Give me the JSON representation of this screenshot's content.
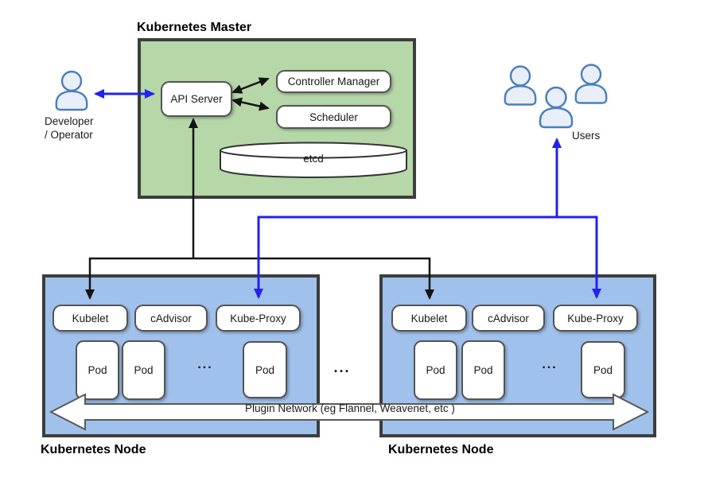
{
  "colors": {
    "master_fill": "#b6d7a8",
    "node_fill": "#a0c1eb",
    "box_border": "#3d3d3d",
    "chip_fill": "#ffffff",
    "chip_border": "#545454",
    "arrow_black": "#141414",
    "arrow_blue": "#2222ee",
    "person_stroke": "#4a7ebc",
    "person_fill": "#e9eff8",
    "plugin_border": "#595959"
  },
  "master": {
    "title": "Kubernetes Master",
    "api_server": "API Server",
    "controller_manager": "Controller Manager",
    "scheduler": "Scheduler",
    "etcd": "etcd"
  },
  "developer": {
    "line1": "Developer",
    "line2": "/ Operator"
  },
  "users": {
    "label": "Users"
  },
  "nodes": [
    {
      "label": "Kubernetes Node",
      "kubelet": "Kubelet",
      "cadvisor": "cAdvisor",
      "kube_proxy": "Kube-Proxy",
      "pods": [
        "Pod",
        "Pod",
        "Pod"
      ],
      "ellipsis": "..."
    },
    {
      "label": "Kubernetes Node",
      "kubelet": "Kubelet",
      "cadvisor": "cAdvisor",
      "kube_proxy": "Kube-Proxy",
      "pods": [
        "Pod",
        "Pod",
        "Pod"
      ],
      "ellipsis": "..."
    }
  ],
  "nodes_gap_ellipsis": "...",
  "plugin_network": {
    "label": "Plugin Network (eg Flannel, Weavenet, etc )"
  }
}
